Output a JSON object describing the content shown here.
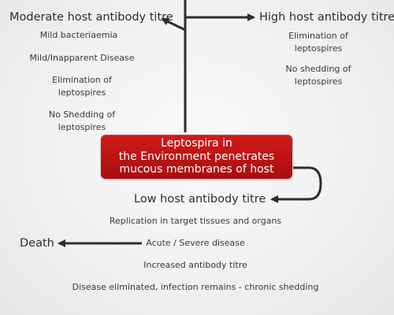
{
  "top_left": {
    "heading": "Moderate host antibody titre",
    "items": [
      "Mild bacteriaemia",
      "Mild/Inapparent Disease",
      "Elimination of\nleptospires",
      "No Shedding of\nleptospires"
    ]
  },
  "top_right": {
    "heading": "High host antibody titre",
    "items": [
      "Elimination of\nleptospires",
      "No shedding of\nleptospires"
    ]
  },
  "center_box": "Leptospira in\nthe Environment penetrates\nmucous membranes of host",
  "low": {
    "heading": "Low host antibody titre",
    "steps": [
      "Replication in target tissues and organs",
      "Acute / Severe disease",
      "Increased antibody titre",
      "Disease eliminated, infection remains - chronic shedding"
    ]
  },
  "death": "Death"
}
